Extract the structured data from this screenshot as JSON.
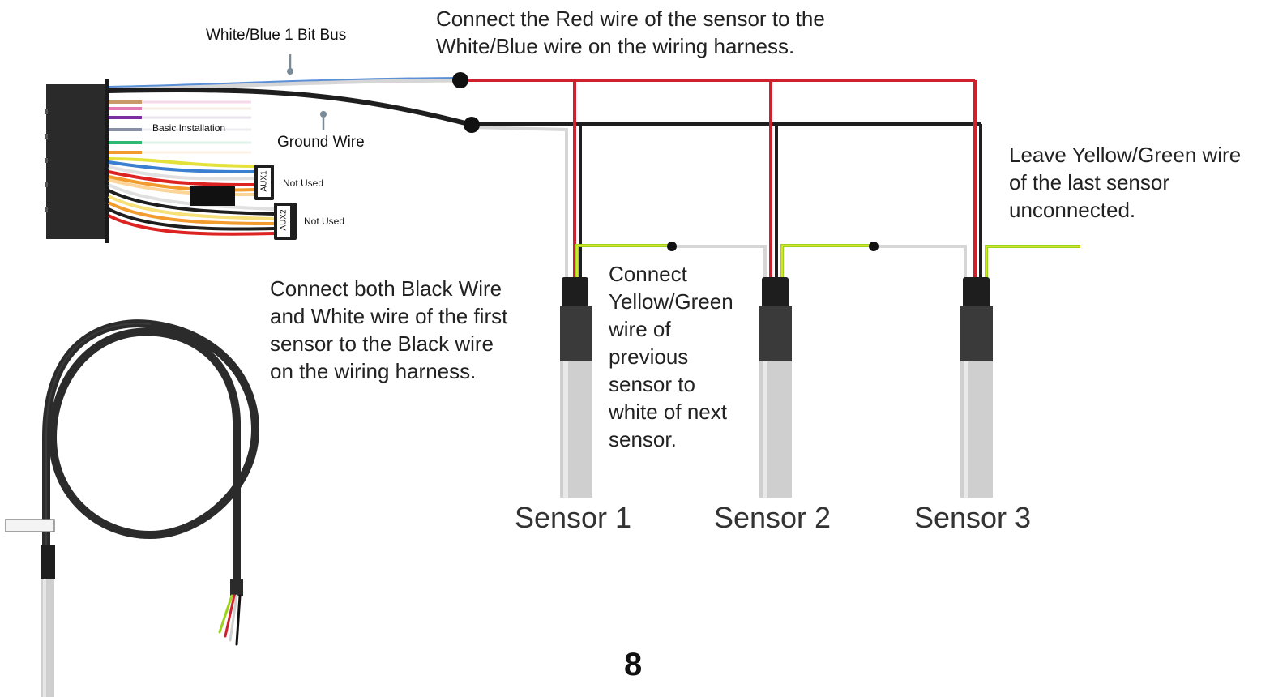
{
  "labels": {
    "bus": "White/Blue 1 Bit Bus",
    "ground": "Ground Wire",
    "basic": "Basic Installation",
    "aux1_tag": "AUX1",
    "aux2_tag": "AUX2",
    "aux1_status": "Not Used",
    "aux2_status": "Not Used"
  },
  "callouts": {
    "red": "Connect the Red wire of the sensor to the\nWhite/Blue wire on the wiring harness.",
    "black_white": "Connect both Black Wire\nand White wire of the first\nsensor to the Black wire\non the wiring harness.",
    "yellow_green": "Connect\nYellow/Green\nwire of\nprevious\nsensor to\nwhite of next\nsensor.",
    "last": "Leave Yellow/Green wire\nof the last sensor\nunconnected."
  },
  "sensors": [
    "Sensor 1",
    "Sensor 2",
    "Sensor 3"
  ],
  "page_number": "8",
  "colors": {
    "red_wire": "#d0202e",
    "black_wire": "#1e1e1e",
    "white_wire": "#d6d6d6",
    "yellow_green_a": "#9bd31b",
    "yellow_green_b": "#e8e83a",
    "blue_wire": "#5b8fd6",
    "probe_steel": "#cfcfcf",
    "cable_jacket": "#2b2b2b"
  }
}
